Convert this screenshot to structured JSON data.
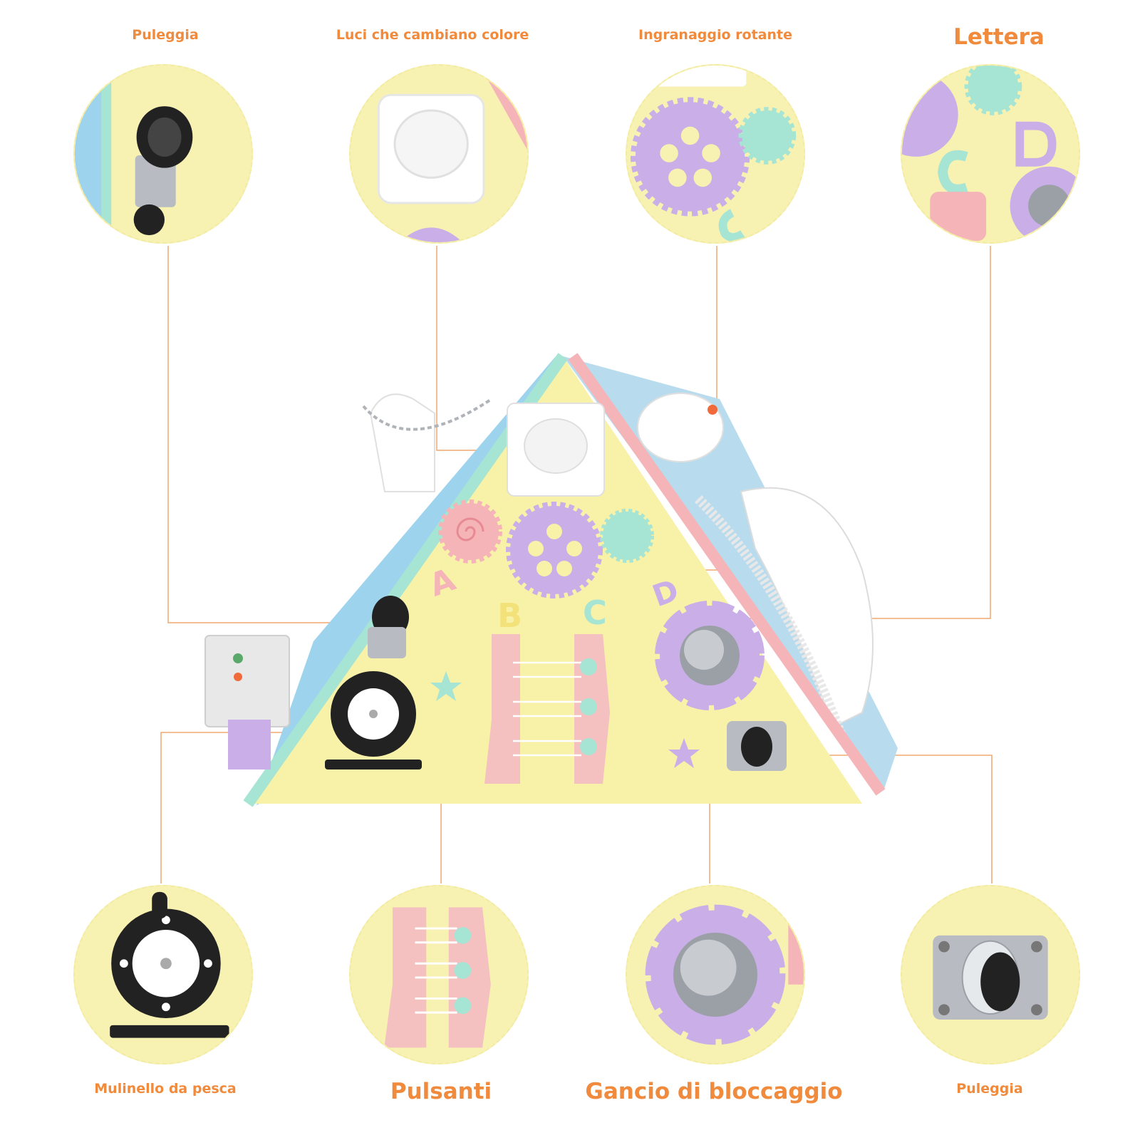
{
  "labels": {
    "top_1": "Puleggia",
    "top_2": "Luci che cambiano colore",
    "top_3": "Ingranaggio rotante",
    "top_4": "Lettera",
    "bottom_1": "Mulinello da pesca",
    "bottom_2": "Pulsanti",
    "bottom_3": "Gancio di bloccaggio",
    "bottom_4": "Puleggia"
  },
  "board_letters": {
    "a": "A",
    "b": "B",
    "c": "C",
    "d": "D"
  },
  "colors": {
    "label_orange": "#f08a3c",
    "board_yellow": "#f8f1a8",
    "mint": "#a6e4d4",
    "pink": "#f4b4b8",
    "lavender": "#c9aee8",
    "sky": "#9ed3ee",
    "leader_line": "#f0a870"
  }
}
